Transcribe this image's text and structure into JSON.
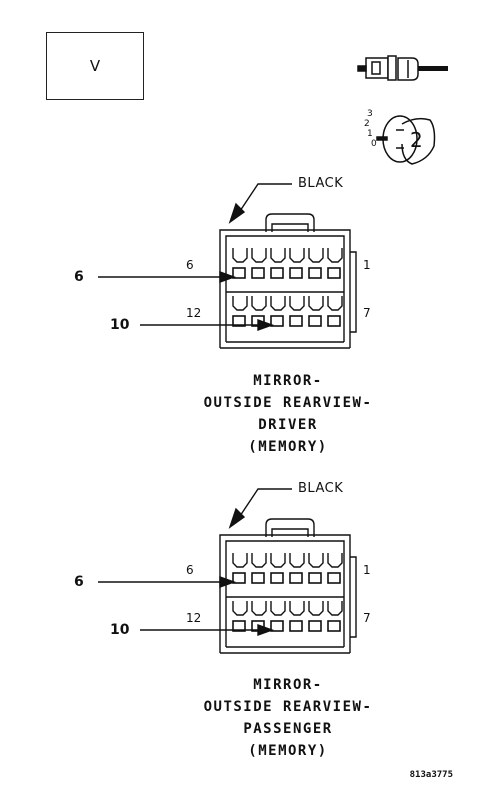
{
  "header_box": {
    "label": "V"
  },
  "key_icon": {
    "scale_labels": [
      "3",
      "2",
      "1",
      "0"
    ],
    "position_label": "2"
  },
  "connectors": [
    {
      "color_label": "BLACK",
      "pin_labels": {
        "top_left": "6",
        "top_right": "1",
        "bottom_left": "12",
        "bottom_right": "7"
      },
      "arrow_labels": {
        "upper": "6",
        "lower": "10"
      },
      "caption": [
        "MIRROR-",
        "OUTSIDE REARVIEW-",
        "DRIVER",
        "(MEMORY)"
      ]
    },
    {
      "color_label": "BLACK",
      "pin_labels": {
        "top_left": "6",
        "top_right": "1",
        "bottom_left": "12",
        "bottom_right": "7"
      },
      "arrow_labels": {
        "upper": "6",
        "lower": "10"
      },
      "caption": [
        "MIRROR-",
        "OUTSIDE REARVIEW-",
        "PASSENGER",
        "(MEMORY)"
      ]
    }
  ],
  "figure_id": "813a3775"
}
